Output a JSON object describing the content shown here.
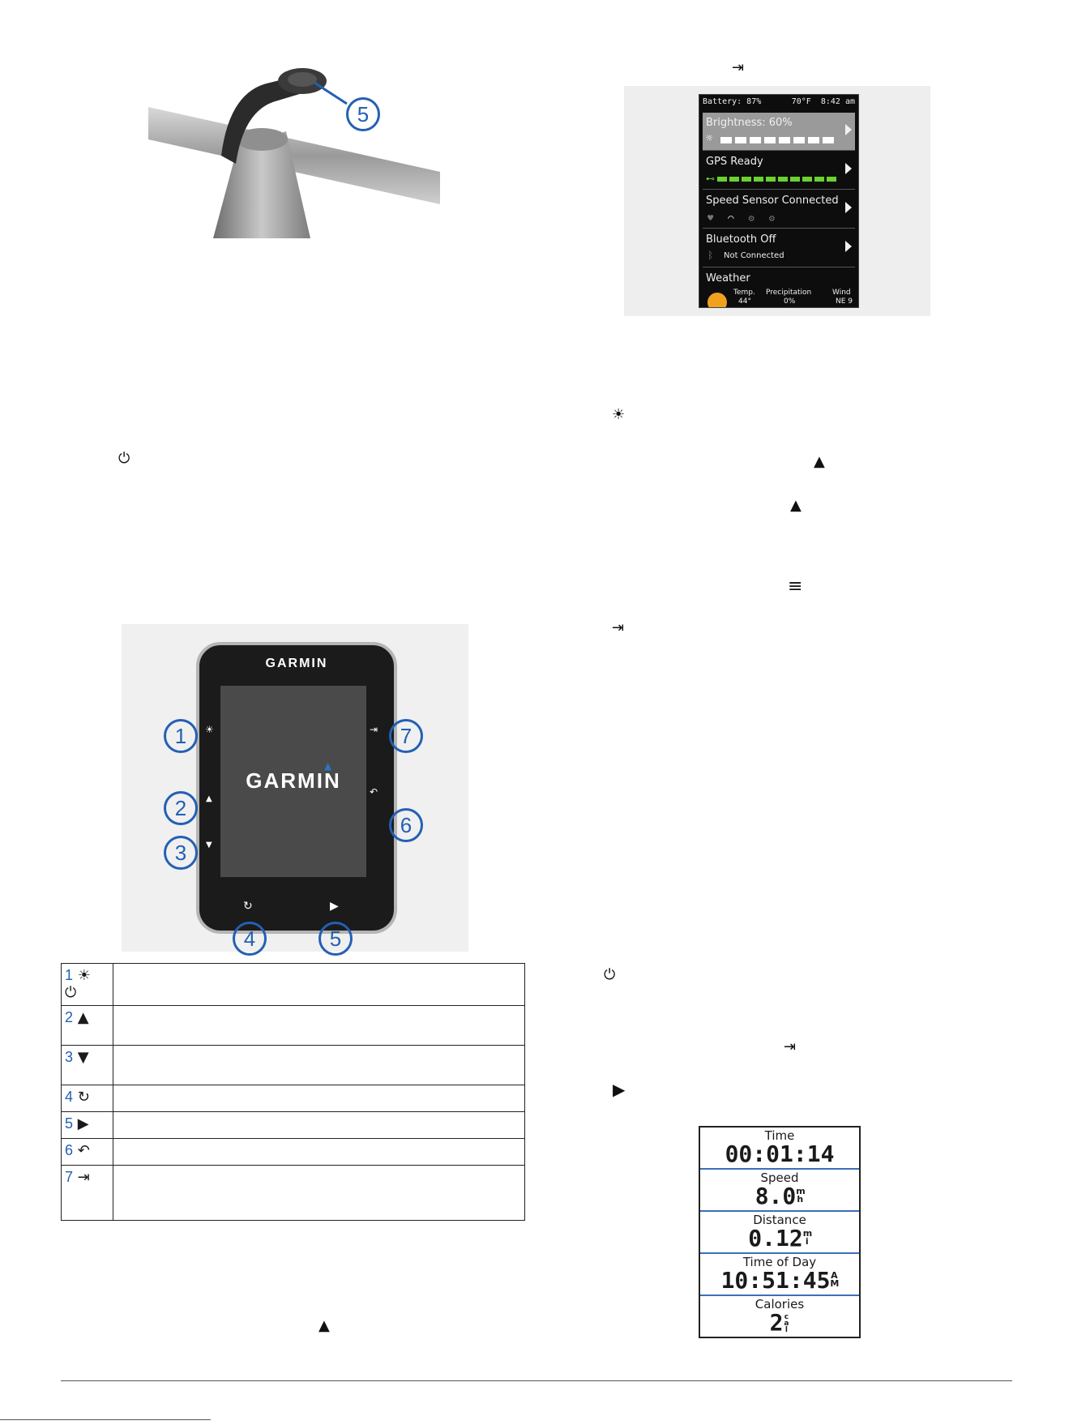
{
  "mount_callout": "5",
  "status_screen": {
    "battery": "Battery: 87%",
    "temp": "70°F",
    "time": "8:42 am",
    "rows": [
      {
        "label": "Brightness: 60%"
      },
      {
        "label": "GPS Ready"
      },
      {
        "label": "Speed Sensor Connected"
      },
      {
        "label": "Bluetooth Off",
        "sub": "Not Connected"
      },
      {
        "label": "Weather",
        "cols": [
          "Temp.",
          "Precipitation",
          "Wind"
        ],
        "vals": [
          "44°",
          "0%",
          "NE 9"
        ]
      }
    ]
  },
  "device": {
    "brand": "GARMIN",
    "callouts": [
      "1",
      "2",
      "3",
      "4",
      "5",
      "6",
      "7"
    ]
  },
  "button_table": [
    {
      "num": "1",
      "icons": [
        "brightness-icon",
        "power-icon"
      ]
    },
    {
      "num": "2",
      "icons": [
        "up-icon"
      ]
    },
    {
      "num": "3",
      "icons": [
        "down-icon"
      ]
    },
    {
      "num": "4",
      "icons": [
        "lap-icon"
      ]
    },
    {
      "num": "5",
      "icons": [
        "start-stop-icon"
      ]
    },
    {
      "num": "6",
      "icons": [
        "back-icon"
      ]
    },
    {
      "num": "7",
      "icons": [
        "menu-enter-icon"
      ]
    }
  ],
  "data_screen": {
    "fields": [
      {
        "label": "Time",
        "value": "00:01:14",
        "unit": ""
      },
      {
        "label": "Speed",
        "value": "8.0",
        "unit": "m h"
      },
      {
        "label": "Distance",
        "value": "0.12",
        "unit": "m i"
      },
      {
        "label": "Time of Day",
        "value": "10:51:45",
        "unit": "A M"
      },
      {
        "label": "Calories",
        "value": "2",
        "unit": "c a l"
      }
    ]
  }
}
